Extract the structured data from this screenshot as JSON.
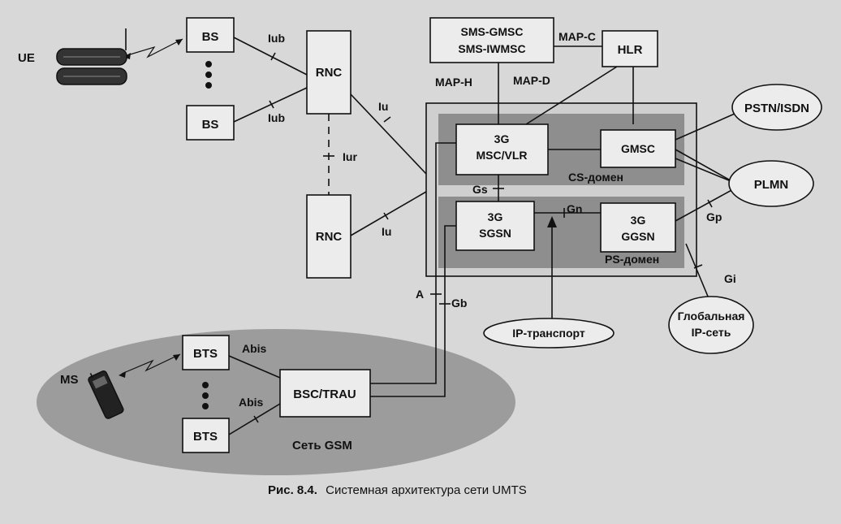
{
  "nodes": {
    "ue": "UE",
    "bs_top": "BS",
    "bs_bottom": "BS",
    "rnc_top": "RNC",
    "rnc_bottom": "RNC",
    "sms_gmsc": "SMS-GMSC",
    "sms_iwmsc": "SMS-IWMSC",
    "hlr": "HLR",
    "msc_vlr_line1": "3G",
    "msc_vlr_line2": "MSC/VLR",
    "gmsc": "GMSC",
    "sgsn_line1": "3G",
    "sgsn_line2": "SGSN",
    "ggsn_line1": "3G",
    "ggsn_line2": "GGSN",
    "pstn": "PSTN/ISDN",
    "plmn": "PLMN",
    "ip_transport": "IP-транспорт",
    "global_ip_line1": "Глобальная",
    "global_ip_line2": "IP-сеть",
    "ms": "MS",
    "bts_top": "BTS",
    "bts_bottom": "BTS",
    "bsc": "BSC/TRAU"
  },
  "interfaces": {
    "iub_top": "Iub",
    "iub_bottom": "Iub",
    "iur": "Iur",
    "iu_top": "Iu",
    "iu_bottom": "Iu",
    "map_c": "MAP-C",
    "map_h": "MAP-H",
    "map_d": "MAP-D",
    "gs": "Gs",
    "gn": "Gn",
    "gp": "Gp",
    "gi": "Gi",
    "a": "A",
    "gb": "Gb",
    "abis_top": "Abis",
    "abis_bottom": "Abis"
  },
  "domains": {
    "cs": "CS-домен",
    "ps": "PS-домен",
    "gsm": "Сеть GSM"
  },
  "caption": {
    "number": "Рис. 8.4.",
    "text": "Системная архитектура сети UMTS"
  }
}
